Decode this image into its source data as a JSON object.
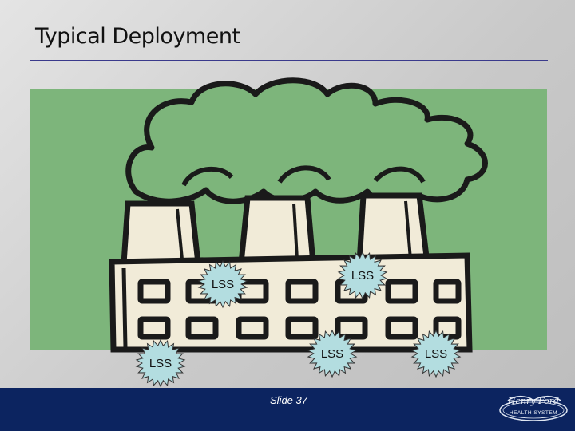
{
  "slide": {
    "title": "Typical Deployment",
    "footer": "Slide 37",
    "logo_text": "Henry Ford Health System"
  },
  "diagram": {
    "subject": "factory-with-smokestacks",
    "background_color": "#7db57b",
    "badge_color": "#b3dde0",
    "badges": [
      {
        "id": "badge-1",
        "label": "LSS"
      },
      {
        "id": "badge-2",
        "label": "LSS"
      },
      {
        "id": "badge-3",
        "label": "LSS"
      },
      {
        "id": "badge-4",
        "label": "LSS"
      },
      {
        "id": "badge-5",
        "label": "LSS"
      }
    ]
  }
}
